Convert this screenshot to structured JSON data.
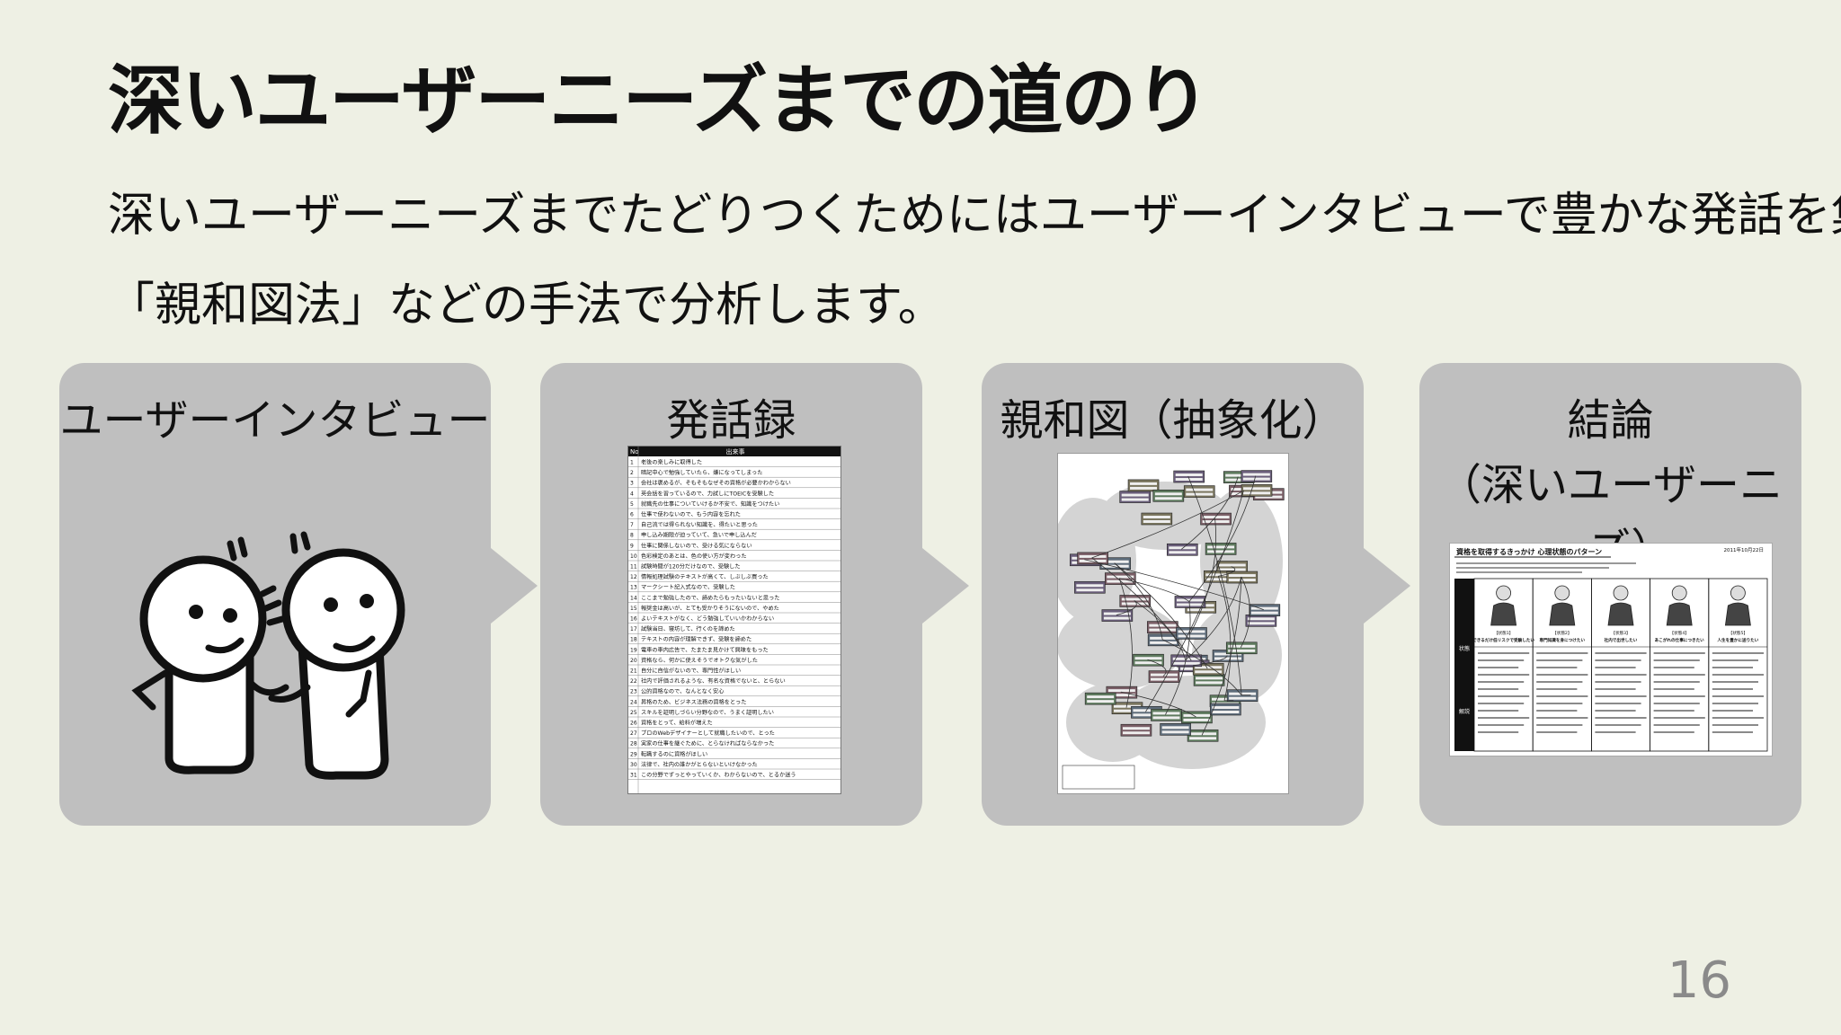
{
  "slide": {
    "title": "深いユーザーニーズまでの道のり",
    "subtitle_line1": "深いユーザーニーズまでたどりつくためにはユーザーインタビューで豊かな発話を集め",
    "subtitle_line2": "「親和図法」などの手法で分析します。",
    "page_number": "16"
  },
  "cards": [
    {
      "title": "ユーザーインタビュー"
    },
    {
      "title": "発話録"
    },
    {
      "title": "親和図（抽象化）"
    },
    {
      "title_line1": "結論",
      "title_line2": "（深いユーザーニーズ）"
    }
  ],
  "transcript": {
    "header_no": "No",
    "header_text": "出来事",
    "rows": [
      "老後の楽しみに取得した",
      "暗記中心で勉強していたら、嫌になってしまった",
      "会社は褒めるが、そもそもなぜその資格が必要かわからない",
      "英会話を習っているので、力試しにTOEICを受験した",
      "就職先の仕事についていけるか不安で、知識をつけたい",
      "仕事で使わないので、もう内容を忘れた",
      "自己流では得られない知識を、得たいと思った",
      "申し込み期限が迫っていて、急いで申し込んだ",
      "仕事に関係しないので、受ける気にならない",
      "色彩検定のあとは、色の使い方が変わった",
      "試験時間が120分だけなので、受験した",
      "情報処理試験のテキストが高くて、しぶしぶ買った",
      "マークシート記入式なので、受験した",
      "ここまで勉強したので、諦めたらもったいないと思った",
      "報奨金は高いが、とても受かりそうにないので、やめた",
      "よいテキストがなく、どう勉強していいかわからない",
      "試験当日、寝坊して、行くのを諦めた",
      "テキストの内容が理解できず、受験を諦めた",
      "電車の車内広告で、たまたま見かけて興味をもった",
      "資格なら、何かに使えそうでオトクな気がした",
      "自分に自信がないので、専門性がほしい",
      "社内で評価されるような、有名な資格でないと、とらない",
      "公的資格なので、なんとなく安心",
      "昇格のため、ビジネス法務の資格をとった",
      "スキルを証明しづらい分野なので、うまく証明したい",
      "資格をとって、給料が増えた",
      "プロのWebデザイナーとして就職したいので、とった",
      "実家の仕事を継ぐために、とらなければならなかった",
      "転職するのに資格がほしい",
      "法律で、社内の誰かがとらないといけなかった",
      "この分野でずっとやっていくか、わからないので、とるか迷う"
    ]
  },
  "conclusion_doc": {
    "title": "資格を取得するきっかけ 心理状態のパターン",
    "date": "2011年10月22日",
    "row_label_state": "状態",
    "row_label_desc": "解説",
    "patterns": [
      {
        "step": "【状態1】",
        "label": "できるだけ低リスクで受験したい"
      },
      {
        "step": "【状態2】",
        "label": "専門知識を身につけたい"
      },
      {
        "step": "【状態3】",
        "label": "社内で出世したい"
      },
      {
        "step": "【状態4】",
        "label": "あこがれの仕事につきたい"
      },
      {
        "step": "【状態5】",
        "label": "人生を豊かに送りたい"
      }
    ]
  },
  "colors": {
    "background": "#eef0e4",
    "card": "#bfbfbf",
    "page_number": "#8a8a8a"
  }
}
